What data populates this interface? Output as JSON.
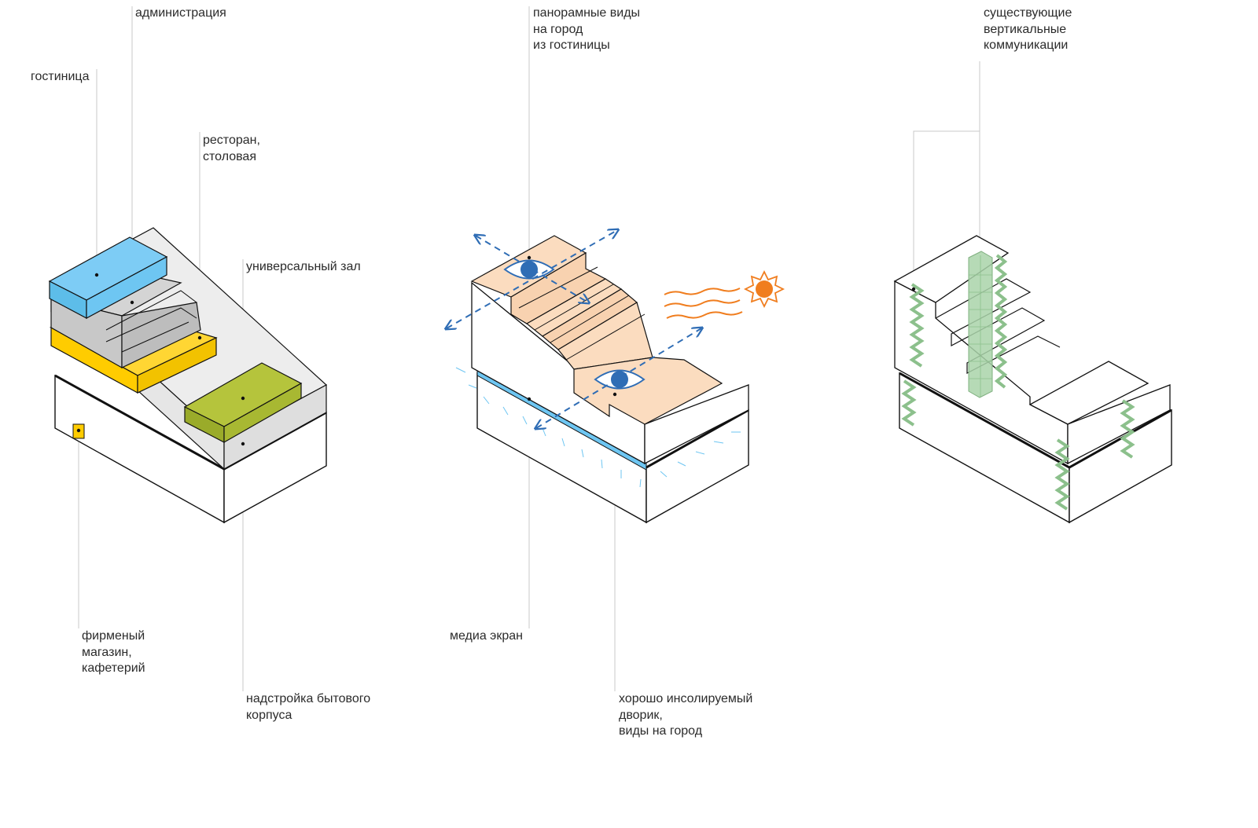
{
  "diagram_1": {
    "labels": {
      "administration": "администрация",
      "hotel": "гостиница",
      "restaurant": "ресторан,\nстоловая",
      "hall": "универсальный зал",
      "shop": "фирменый\nмагазин,\nкафетерий",
      "superstructure": "надстройка бытового\nкорпуса"
    },
    "colors": {
      "hotel": "#6ec6f2",
      "administration": "#c8c8c8",
      "restaurant": "#ffcc00",
      "hall": "#a8b832",
      "superstructure": "#e6e6e6"
    }
  },
  "diagram_2": {
    "labels": {
      "views": "панорамные виды\nна город\nиз гостиницы",
      "media_screen": "медиа экран",
      "courtyard": "хорошо инсолируемый\nдворик,\nвиды на город"
    },
    "colors": {
      "stairs": "#fbdcbf",
      "screen": "#6ec6f2",
      "view_arrows": "#2f6db5",
      "sun": "#f07d1e"
    }
  },
  "diagram_3": {
    "labels": {
      "communications": "существующие\nвертикальные\nкоммуникации"
    },
    "colors": {
      "stairs": "#a9d4a9",
      "core": "#a9d4a9"
    }
  }
}
